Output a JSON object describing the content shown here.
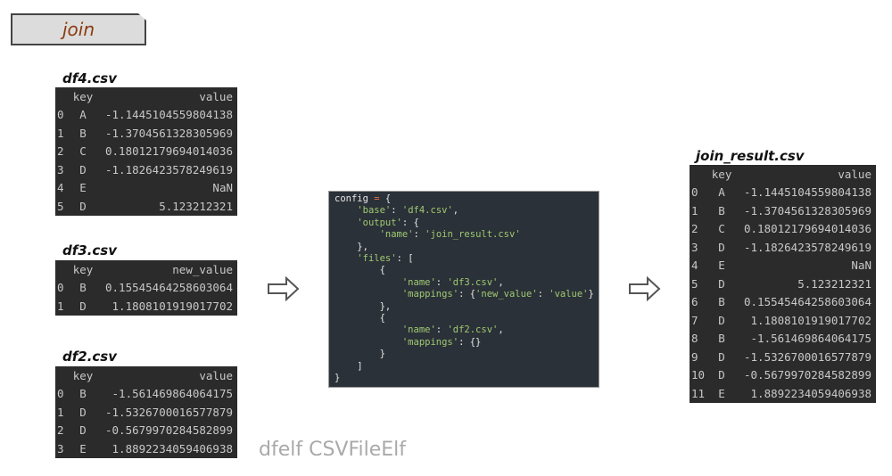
{
  "header": {
    "label": "join"
  },
  "tables": {
    "df4": {
      "title": "df4.csv",
      "columns": [
        "",
        "key",
        "value"
      ],
      "rows": [
        [
          "0",
          "A",
          "-1.1445104559804138"
        ],
        [
          "1",
          "B",
          "-1.3704561328305969"
        ],
        [
          "2",
          "C",
          "0.18012179694014036"
        ],
        [
          "3",
          "D",
          "-1.1826423578249619"
        ],
        [
          "4",
          "E",
          "NaN"
        ],
        [
          "5",
          "D",
          "5.123212321"
        ]
      ]
    },
    "df3": {
      "title": "df3.csv",
      "columns": [
        "",
        "key",
        "new_value"
      ],
      "rows": [
        [
          "0",
          "B",
          "0.15545464258603064"
        ],
        [
          "1",
          "D",
          "1.1808101919017702"
        ]
      ]
    },
    "df2": {
      "title": "df2.csv",
      "columns": [
        "",
        "key",
        "value"
      ],
      "rows": [
        [
          "0",
          "B",
          "-1.561469864064175"
        ],
        [
          "1",
          "D",
          "-1.5326700016577879"
        ],
        [
          "2",
          "D",
          "-0.5679970284582899"
        ],
        [
          "3",
          "E",
          "1.8892234059406938"
        ]
      ]
    },
    "result": {
      "title": "join_result.csv",
      "columns": [
        "",
        "key",
        "value"
      ],
      "rows": [
        [
          "0",
          "A",
          "-1.1445104559804138"
        ],
        [
          "1",
          "B",
          "-1.3704561328305969"
        ],
        [
          "2",
          "C",
          "0.18012179694014036"
        ],
        [
          "3",
          "D",
          "-1.1826423578249619"
        ],
        [
          "4",
          "E",
          "NaN"
        ],
        [
          "5",
          "D",
          "5.123212321"
        ],
        [
          "6",
          "B",
          "0.15545464258603064"
        ],
        [
          "7",
          "D",
          "1.1808101919017702"
        ],
        [
          "8",
          "B",
          "-1.561469864064175"
        ],
        [
          "9",
          "D",
          "-1.5326700016577879"
        ],
        [
          "10",
          "D",
          "-0.5679970284582899"
        ],
        [
          "11",
          "E",
          "1.8892234059406938"
        ]
      ]
    }
  },
  "code": {
    "lines": [
      [
        [
          "config ",
          ""
        ],
        [
          "=",
          "op"
        ],
        [
          " {",
          ""
        ]
      ],
      [
        [
          "    ",
          ""
        ],
        [
          "'base'",
          "s"
        ],
        [
          ": ",
          ""
        ],
        [
          "'df4.csv'",
          "s"
        ],
        [
          ",",
          ""
        ]
      ],
      [
        [
          "    ",
          ""
        ],
        [
          "'output'",
          "s"
        ],
        [
          ": {",
          ""
        ]
      ],
      [
        [
          "        ",
          ""
        ],
        [
          "'name'",
          "s"
        ],
        [
          ": ",
          ""
        ],
        [
          "'join_result.csv'",
          "s"
        ]
      ],
      [
        [
          "    },",
          ""
        ]
      ],
      [
        [
          "    ",
          ""
        ],
        [
          "'files'",
          "s"
        ],
        [
          ": [",
          ""
        ]
      ],
      [
        [
          "        {",
          ""
        ]
      ],
      [
        [
          "            ",
          ""
        ],
        [
          "'name'",
          "s"
        ],
        [
          ": ",
          ""
        ],
        [
          "'df3.csv'",
          "s"
        ],
        [
          ",",
          ""
        ]
      ],
      [
        [
          "            ",
          ""
        ],
        [
          "'mappings'",
          "s"
        ],
        [
          ": {",
          ""
        ],
        [
          "'new_value'",
          "s"
        ],
        [
          ": ",
          ""
        ],
        [
          "'value'",
          "s"
        ],
        [
          "}",
          ""
        ]
      ],
      [
        [
          "        },",
          ""
        ]
      ],
      [
        [
          "        {",
          ""
        ]
      ],
      [
        [
          "            ",
          ""
        ],
        [
          "'name'",
          "s"
        ],
        [
          ": ",
          ""
        ],
        [
          "'df2.csv'",
          "s"
        ],
        [
          ",",
          ""
        ]
      ],
      [
        [
          "            ",
          ""
        ],
        [
          "'mappings'",
          "s"
        ],
        [
          ": {}",
          ""
        ]
      ],
      [
        [
          "        }",
          ""
        ]
      ],
      [
        [
          "    ]",
          ""
        ]
      ],
      [
        [
          "}",
          ""
        ]
      ]
    ]
  },
  "watermark": "dfelf CSVFileElf"
}
